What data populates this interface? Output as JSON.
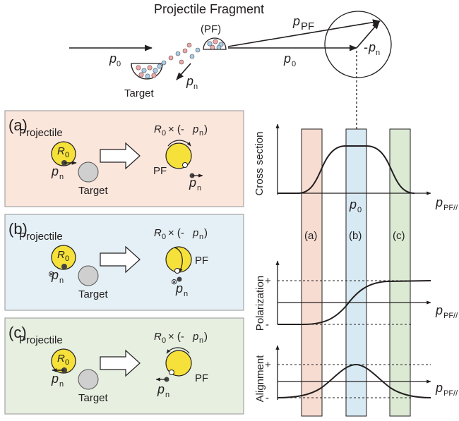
{
  "header": {
    "title": "Projectile Fragment",
    "pf_abbrev": "(PF)",
    "target_label": "Target",
    "p_symbol": "p",
    "sub_zero": "0",
    "sub_n": "n",
    "sub_pf": "PF",
    "minus": "-"
  },
  "panels": [
    {
      "tag": "(a)",
      "projectile": "Projectile",
      "target": "Target",
      "formula": "× (-",
      "pf": "PF",
      "r": "R",
      "bg": "#fbe6dc"
    },
    {
      "tag": "(b)",
      "projectile": "Projectile",
      "target": "Target",
      "formula": "× (-",
      "pf": "PF",
      "r": "R",
      "bg": "#e4f0f5"
    },
    {
      "tag": "(c)",
      "projectile": "Projectile",
      "target": "Target",
      "formula": "× (-",
      "pf": "PF",
      "r": "R",
      "bg": "#e6efe0"
    }
  ],
  "plots": {
    "cross_section_label": "Cross section",
    "polarization_label": "Polarization",
    "alignment_label": "Alignment",
    "plus": "+",
    "minus": "-",
    "x_axis_sub": "PF//",
    "p0_tick": "0",
    "band_labels": [
      "(a)",
      "(b)",
      "(c)"
    ],
    "band_colors": [
      "#f7dcd2",
      "#d7e9f2",
      "#dcead4"
    ]
  },
  "colors": {
    "projectile_fill": "#f5e13a",
    "target_fill": "#cfcfcf",
    "arrow_fill": "#ffffff",
    "panel_border": "#a5a5a5"
  }
}
